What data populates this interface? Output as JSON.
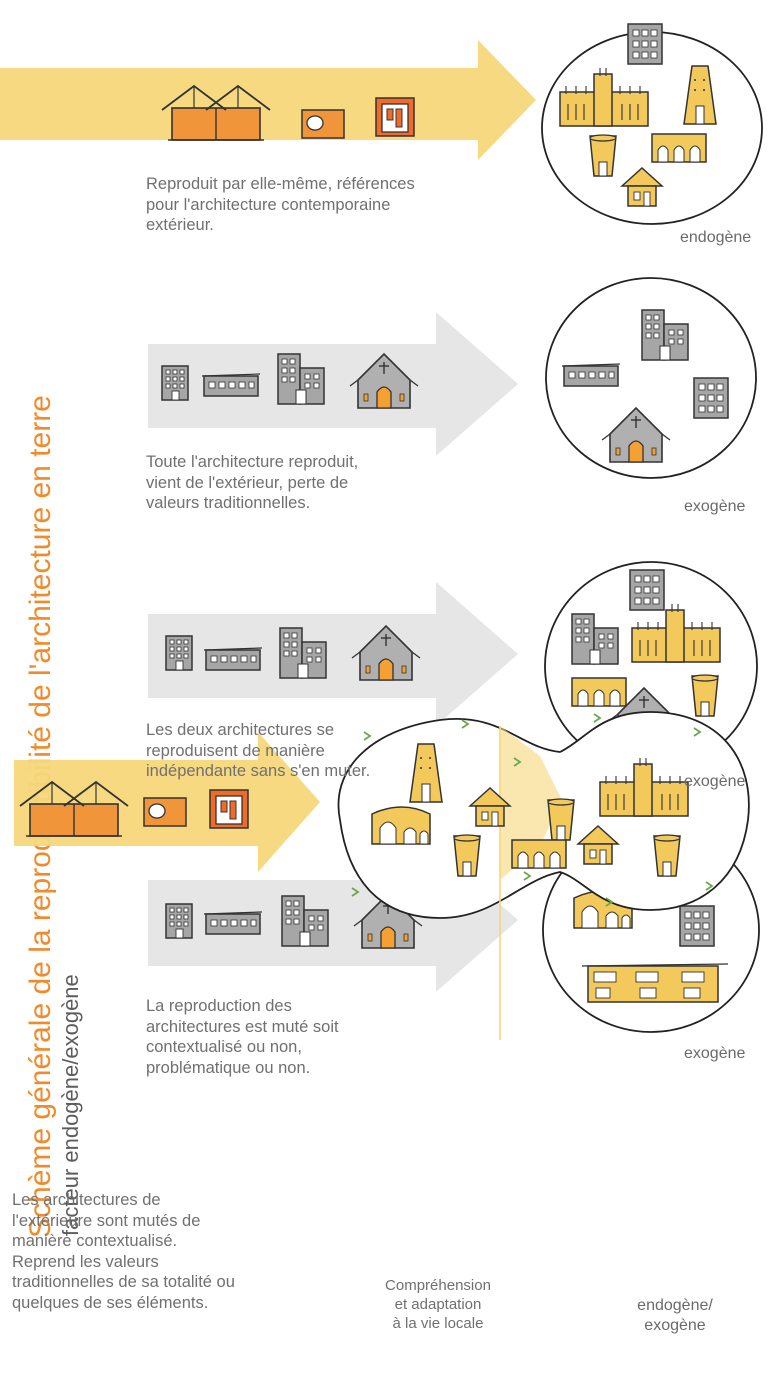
{
  "title": "Schème générale de la reproductibilité de l'architecture en terre",
  "subtitle": "facteur endogène/exogène",
  "rows": [
    {
      "caption": "Reproduit par elle-même, références\npour l'architecture contemporaine\nextérieur.",
      "label": "endogène"
    },
    {
      "caption": "Toute l'architecture reproduit,\nvient de l'extérieur, perte de\nvaleurs traditionnelles.",
      "label": "exogène"
    },
    {
      "caption": "Les deux architectures se\nreproduisent de manière\nindépendante sans s'en muter.",
      "label": "exogène"
    },
    {
      "caption": "La reproduction des\narchitectures est muté soit\ncontextualisé ou non,\nproblématique ou non.",
      "label": "exogène"
    },
    {
      "caption": "Les architectures de\nl'extérieure sont mutés de\nmanière contextualisé.\nReprend les valeurs\ntraditionnelles de sa totalité ou\nquelques de ses éléments.",
      "label": "endogène/\nexogène"
    }
  ],
  "middle_note": "Compréhension\net adaptation\nà la vie locale",
  "colors": {
    "yellow": "#f6d77a",
    "orange": "#f08a2b",
    "gray": "#e6e6e6",
    "ink": "#333333",
    "building_gray": "#9a9a9a",
    "building_yellow": "#f2c95a"
  },
  "icons": [
    "traditional-house-icon",
    "small-screen-icon",
    "door-tile-icon",
    "office-block-icon",
    "long-building-icon",
    "multi-storey-icon",
    "church-icon",
    "mosque-icon",
    "tower-icon",
    "hut-icon",
    "arrow-icon"
  ]
}
